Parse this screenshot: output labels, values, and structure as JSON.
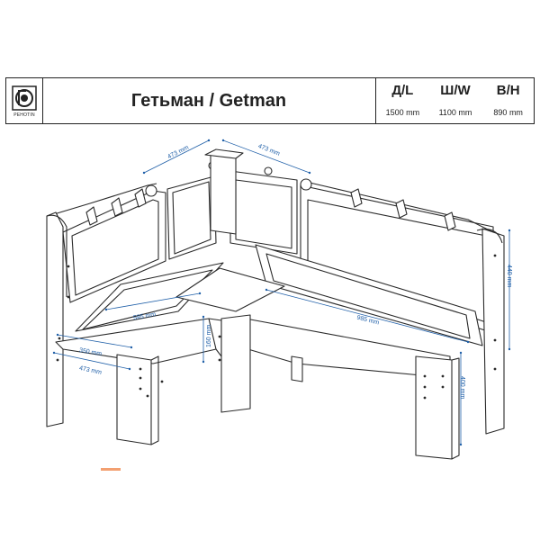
{
  "header": {
    "logo_text": "PEHOTIN",
    "title": "Гетьман / Getman",
    "dims": [
      {
        "head": "Д/L",
        "value": "1500 mm"
      },
      {
        "head": "Ш/W",
        "value": "1100 mm"
      },
      {
        "head": "В/Н",
        "value": "890  mm"
      }
    ]
  },
  "dimensions": {
    "back_left_top": "473 mm",
    "back_right_top": "473 mm",
    "seat_left_depth": "595 mm",
    "seat_right_length": "985 mm",
    "seat_front_width": "350 mm",
    "base_front_width": "473 mm",
    "seat_height": "160 mm",
    "back_height": "440 mm",
    "leg_height": "400 mm"
  },
  "colors": {
    "line": "#2a2a2a",
    "dimension": "#1f5fa8",
    "accent": "#f3a071"
  }
}
